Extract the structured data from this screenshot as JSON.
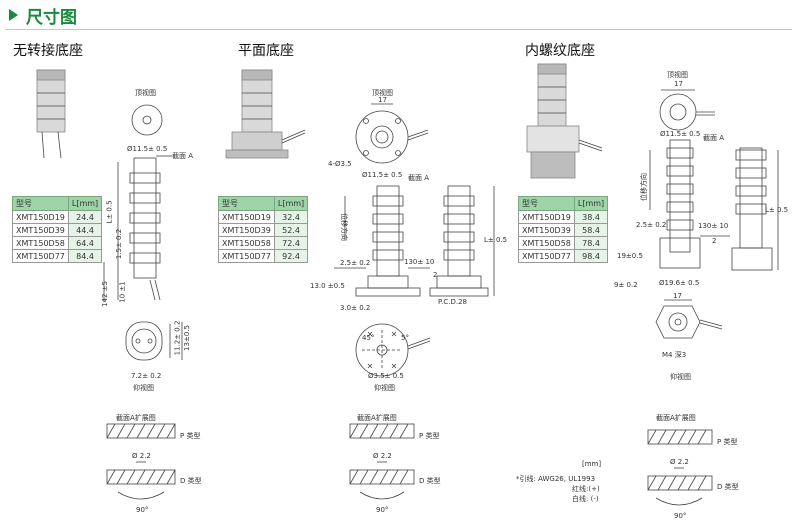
{
  "header": {
    "title": "尺寸图"
  },
  "sections": {
    "s1": "无转接底座",
    "s2": "平面底座",
    "s3": "内螺纹底座"
  },
  "table_headers": {
    "model": "型号",
    "length": "L[mm]"
  },
  "tables": {
    "t1": [
      [
        "XMT150D19",
        "24.4"
      ],
      [
        "XMT150D39",
        "44.4"
      ],
      [
        "XMT150D58",
        "64.4"
      ],
      [
        "XMT150D77",
        "84.4"
      ]
    ],
    "t2": [
      [
        "XMT150D19",
        "32.4"
      ],
      [
        "XMT150D39",
        "52.4"
      ],
      [
        "XMT150D58",
        "72.4"
      ],
      [
        "XMT150D77",
        "92.4"
      ]
    ],
    "t3": [
      [
        "XMT150D19",
        "38.4"
      ],
      [
        "XMT150D39",
        "58.4"
      ],
      [
        "XMT150D58",
        "78.4"
      ],
      [
        "XMT150D77",
        "98.4"
      ]
    ]
  },
  "labels": {
    "top_view": "顶视图",
    "bottom_view": "仰视图",
    "section_a": "截面 A",
    "section_a_expand": "截面A扩展图",
    "p_type": "P 类型",
    "d_type": "D 类型",
    "dia_22": "Ø 2.2",
    "deg_90": "90°",
    "dia_115": "Ø11.5± 0.5",
    "dia_17": "17",
    "L_tol": "L± 0.5",
    "dim_15": "1.5± 0.2",
    "dim_142": "142 ±5",
    "dim_10": "10 ±1",
    "dim_72": "7.2± 0.2",
    "dim_112": "11.2± 0.2",
    "dim_13": "13±0.5",
    "dim_4_35": "4-Ø3.5",
    "dim_25": "2.5± 0.2",
    "dim_130": "130± 10",
    "dim_2": "2",
    "dim_13b": "13.0 ±0.5",
    "dim_30": "3.0± 0.2",
    "pcd": "P.C.D.28",
    "dir": "位移方向",
    "dim_45": "45°",
    "dim_5": "5°",
    "dim_35": "Ø3.5± 0.5",
    "dim_19": "19±0.5",
    "dim_9": "9± 0.2",
    "dim_196": "Ø19.6± 0.5",
    "m4": "M4 深3"
  },
  "notes": {
    "unit": "[mm]",
    "wire": "*引线: AWG26, UL1993",
    "red": "红线:(+)",
    "white": "白线: (-)"
  },
  "colors": {
    "accent": "#1a8a3c",
    "table_head": "#9fd3a8"
  }
}
